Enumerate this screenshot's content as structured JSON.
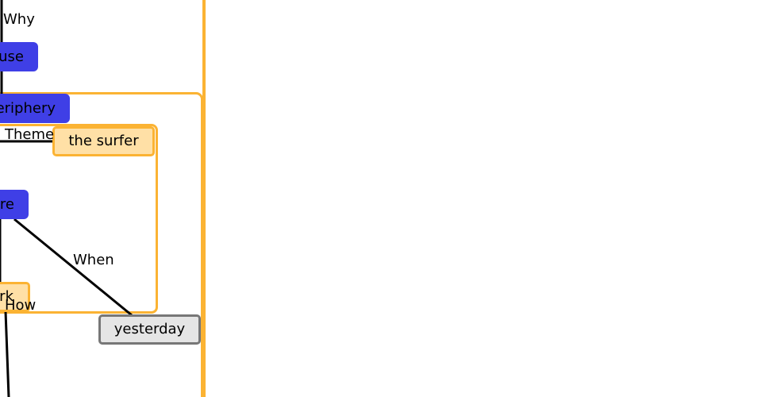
{
  "colors": {
    "frame_orange": "#fbb333",
    "node_blue": "#3f3fe6",
    "node_tan_fill": "#ffe0a6",
    "node_gray_fill": "#e5e5e5",
    "node_gray_border": "#777777",
    "edge": "#000000"
  },
  "nodes": {
    "cause": "use",
    "periphery": "eriphery",
    "the_surfer": "the surfer",
    "re": "re",
    "rk": "rk",
    "yesterday": "yesterday"
  },
  "edge_labels": {
    "why": "Why",
    "theme": "Theme",
    "when": "When",
    "how": "How"
  }
}
